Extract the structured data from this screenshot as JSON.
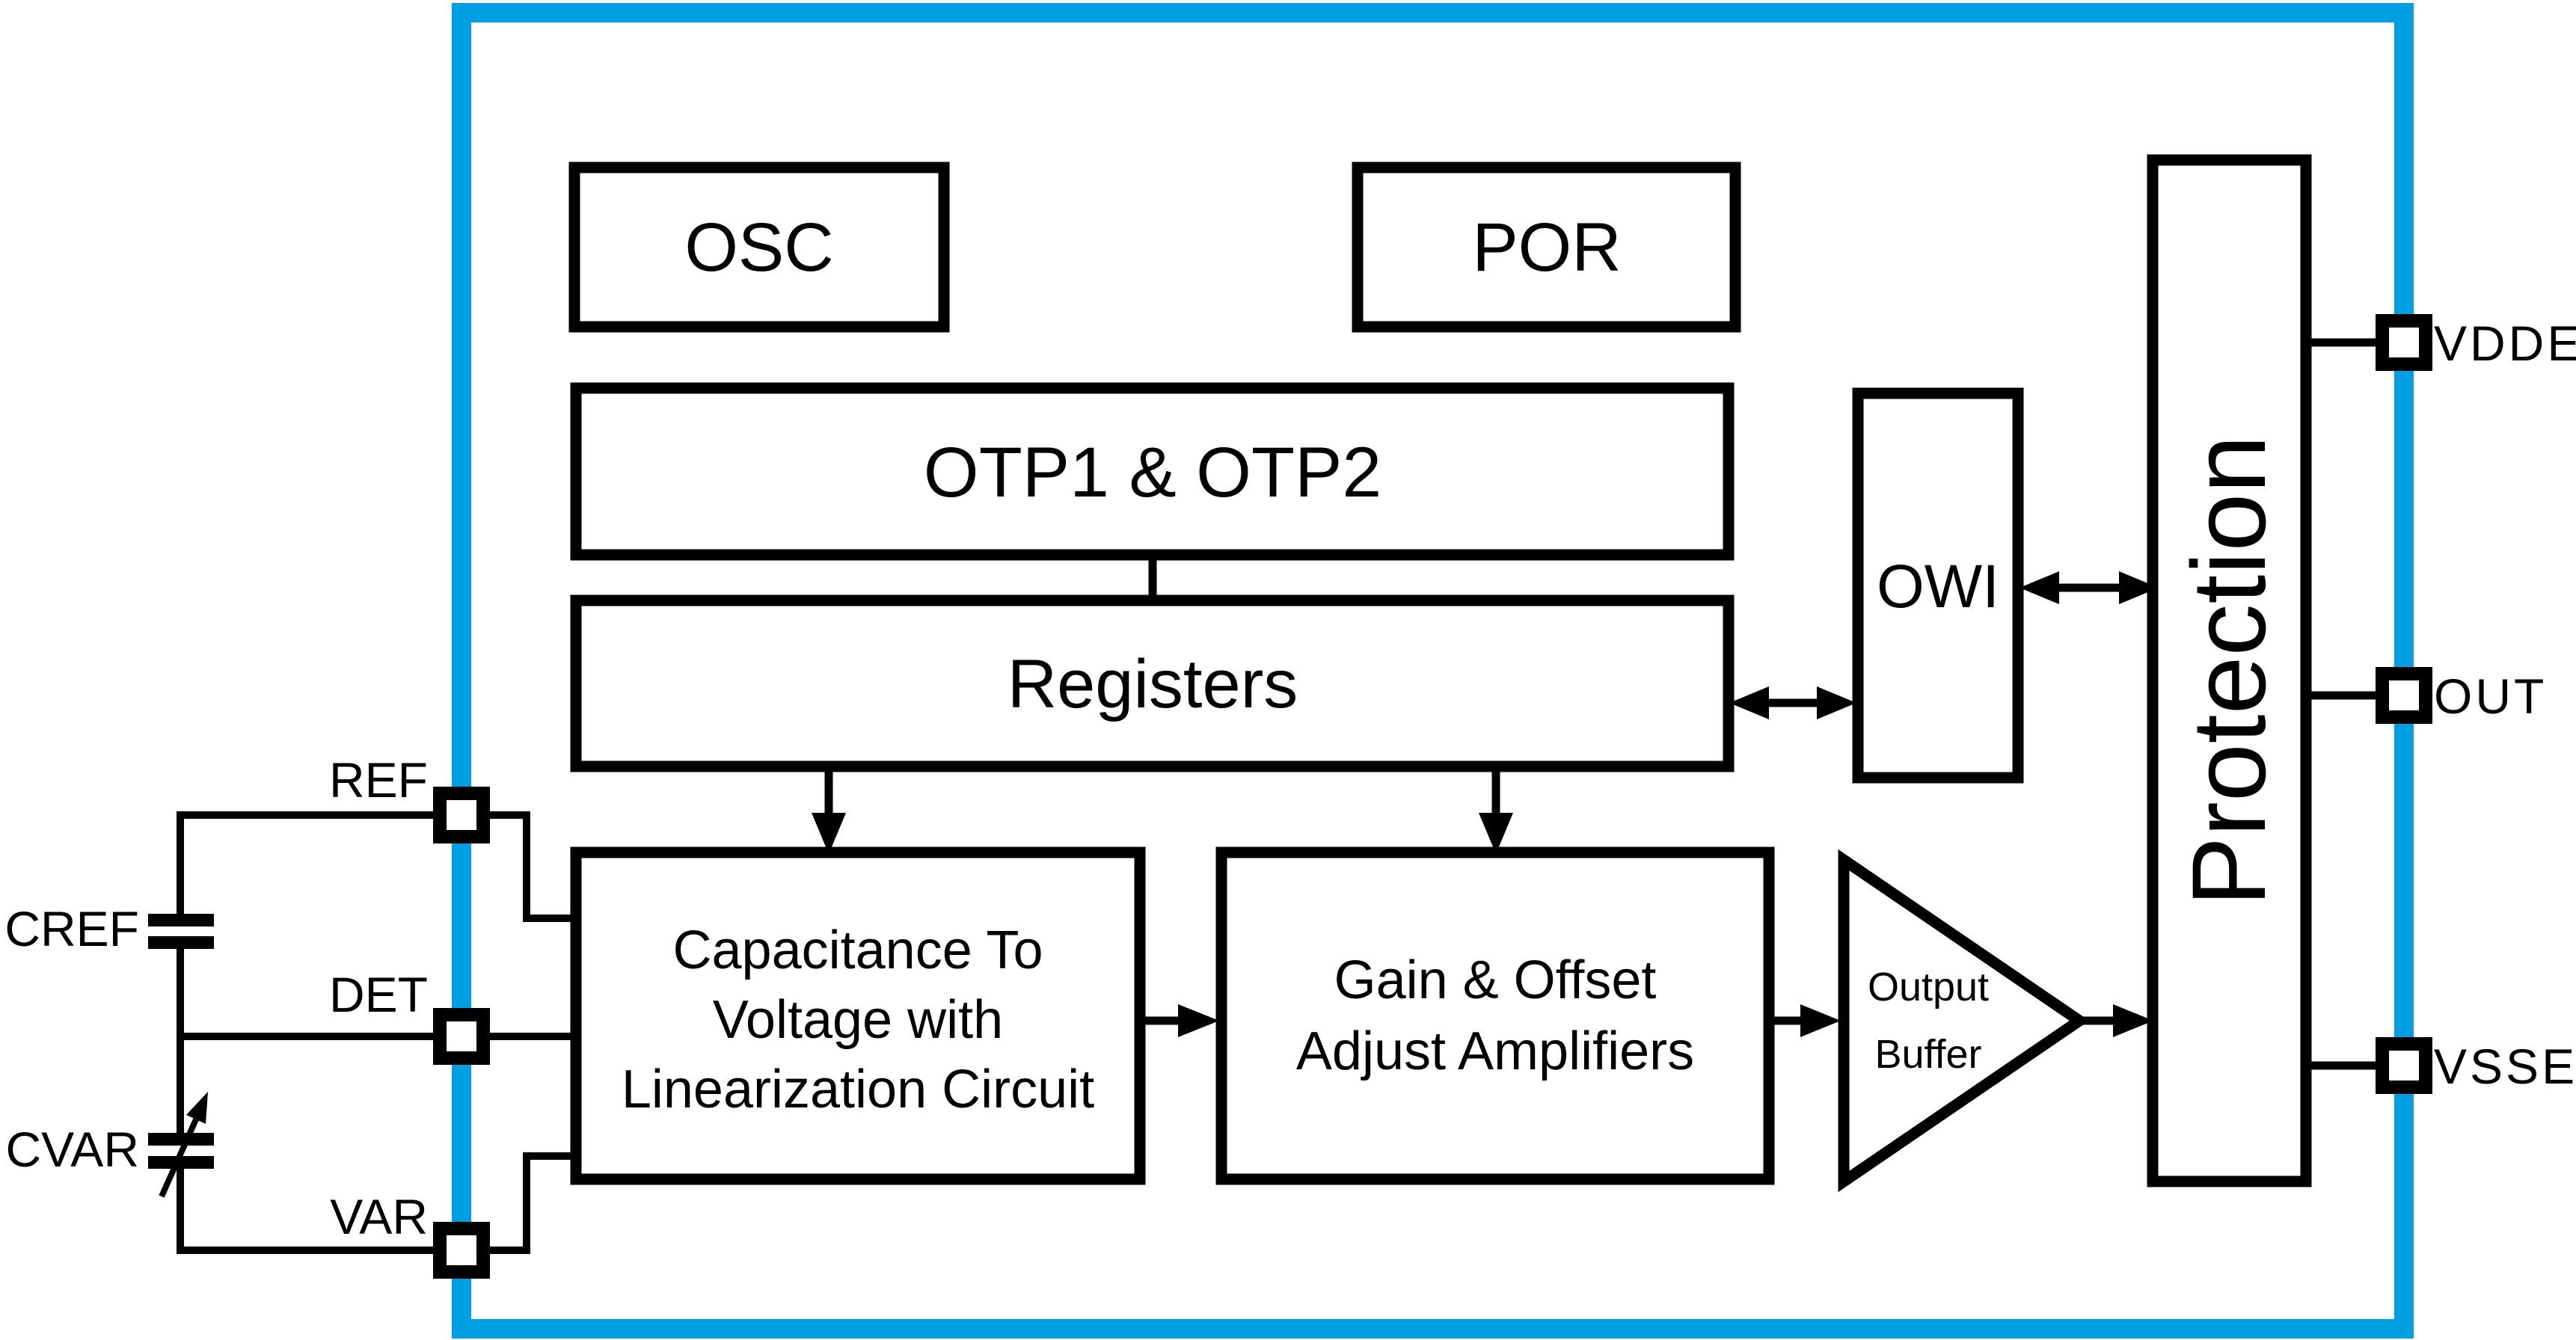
{
  "diagram_title": "capacitive sensor signal-conditioner chip block diagram",
  "colors": {
    "accent": "#009FE3",
    "ink": "#000000",
    "background": "#FFFFFF"
  },
  "chip": {
    "blocks": {
      "osc": {
        "label": "OSC"
      },
      "por": {
        "label": "POR"
      },
      "otp": {
        "label": "OTP1 & OTP2"
      },
      "registers": {
        "label": "Registers"
      },
      "owi": {
        "label": "OWI"
      },
      "protection": {
        "label": "Protection"
      },
      "c2v": {
        "lines": [
          "Capacitance To",
          "Voltage with",
          "Linearization Circuit"
        ]
      },
      "gain": {
        "lines": [
          "Gain & Offset",
          "Adjust Amplifiers"
        ]
      },
      "output_buffer": {
        "lines": [
          "Output",
          "Buffer"
        ]
      }
    },
    "pins": {
      "left": [
        {
          "name": "REF"
        },
        {
          "name": "DET"
        },
        {
          "name": "VAR"
        }
      ],
      "right": [
        {
          "name": "VDDE"
        },
        {
          "name": "OUT"
        },
        {
          "name": "VSSE"
        }
      ]
    },
    "external_components": [
      {
        "name": "CREF",
        "type": "fixed capacitor"
      },
      {
        "name": "CVAR",
        "type": "variable capacitor"
      }
    ]
  }
}
